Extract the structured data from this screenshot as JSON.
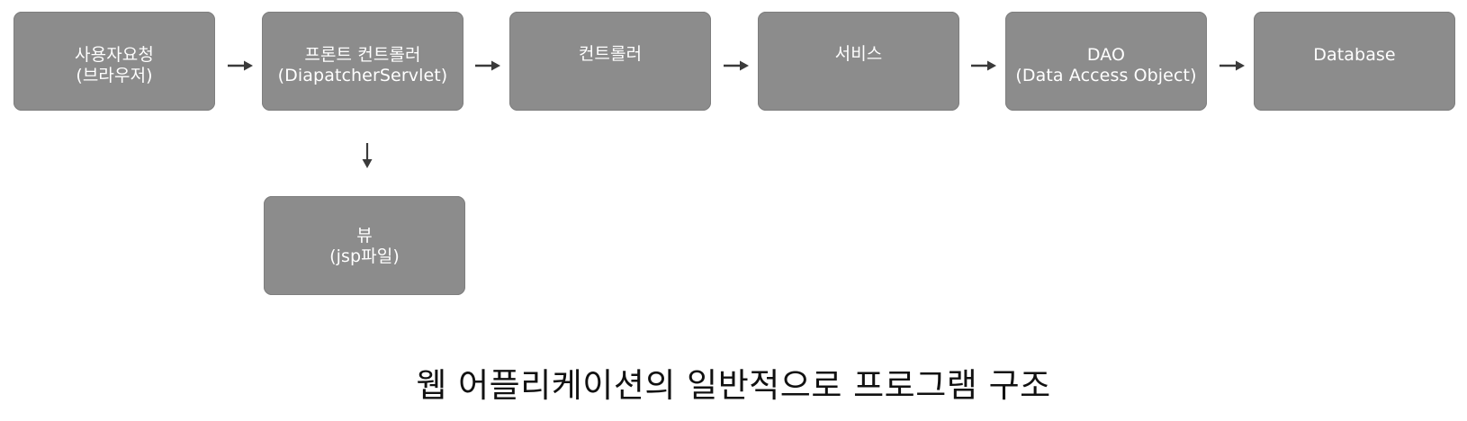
{
  "nodes": {
    "user": {
      "line1": "사용자요청",
      "line2": "(브라우저)"
    },
    "front_controller": {
      "line1": "프론트 컨트롤러",
      "line2": "(DiapatcherServlet)"
    },
    "controller": {
      "line1": "컨트롤러",
      "line2": ""
    },
    "service": {
      "line1": "서비스",
      "line2": ""
    },
    "dao": {
      "line1": "DAO",
      "line2": "(Data Access Object)"
    },
    "database": {
      "line1": "Database",
      "line2": ""
    },
    "view": {
      "line1": "뷰",
      "line2": "(jsp파일)"
    }
  },
  "caption": "웹 어플리케이션의 일반적으로 프로그램 구조",
  "colors": {
    "box_fill": "#8c8c8c",
    "box_text": "#ffffff",
    "arrow": "#3a3a3a",
    "caption_text": "#111111"
  },
  "icons": {
    "flow_arrow": "right-arrow",
    "down_arrow": "down-arrow"
  }
}
